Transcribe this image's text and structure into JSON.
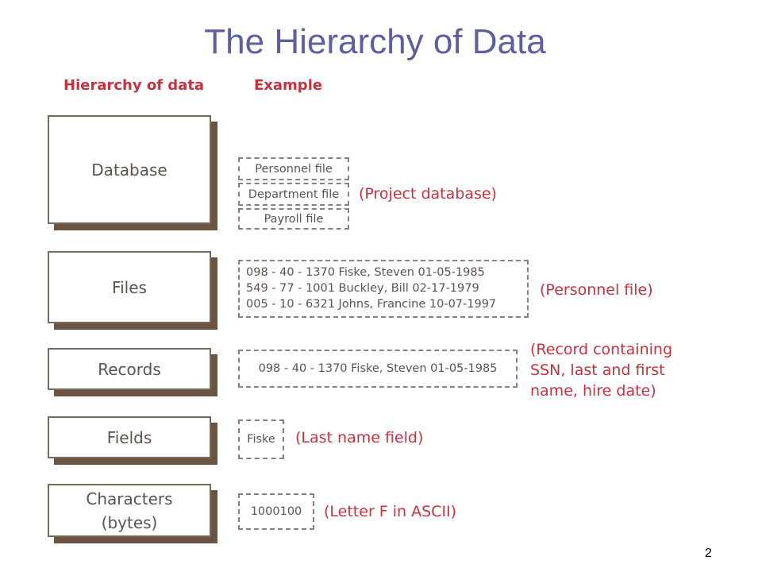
{
  "title": "The Hierarchy of Data",
  "headers": {
    "hierarchy": "Hierarchy of data",
    "example": "Example"
  },
  "levels": [
    {
      "label": "Database"
    },
    {
      "label": "Files"
    },
    {
      "label": "Records"
    },
    {
      "label": "Fields"
    },
    {
      "label": "Characters",
      "sublabel": "(bytes)"
    }
  ],
  "database_examples": [
    "Personnel file",
    "Department file",
    "Payroll file"
  ],
  "database_note": "(Project database)",
  "file_records": [
    "098 - 40 - 1370 Fiske, Steven 01-05-1985",
    "549 - 77 - 1001 Buckley, Bill 02-17-1979",
    "005 - 10 - 6321 Johns, Francine 10-07-1997"
  ],
  "file_note": "(Personnel file)",
  "record_example": "098 - 40 - 1370 Fiske, Steven 01-05-1985",
  "record_note": [
    "(Record containing",
    "SSN, last and first",
    "name, hire date)"
  ],
  "field_example": "Fiske",
  "field_note": "(Last name field)",
  "char_example": "1000100",
  "char_note": "(Letter F in ASCII)",
  "page_number": "2",
  "colors": {
    "title": "#5e5fa0",
    "accent_red": "#c8303c",
    "box_shadow": "#6b5442"
  }
}
